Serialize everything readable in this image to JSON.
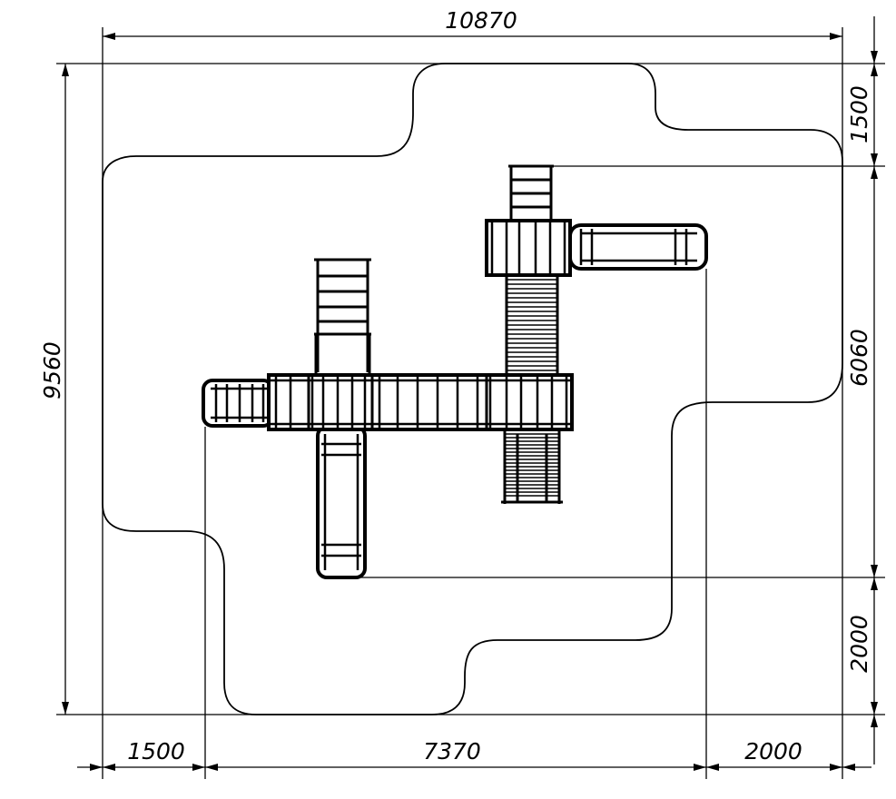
{
  "dimensions": {
    "top_total": "10870",
    "left_total": "9560",
    "right_top": "1500",
    "right_middle": "6060",
    "right_bottom": "2000",
    "bottom_left": "1500",
    "bottom_middle": "7370",
    "bottom_right": "2000"
  }
}
